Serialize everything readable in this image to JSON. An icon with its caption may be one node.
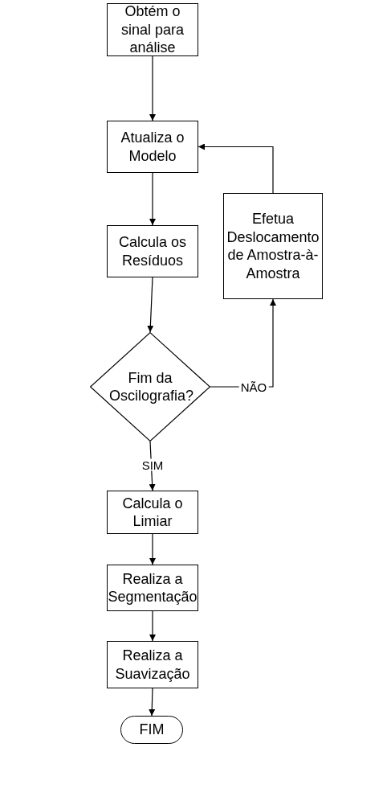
{
  "diagram": {
    "nodes": [
      {
        "text": [
          "Obtém o sinal para análise"
        ]
      },
      {
        "text": [
          "Atualiza o Modelo"
        ]
      },
      {
        "text": [
          "Calcula os Resíduos"
        ]
      },
      {
        "text": [
          "Fim da Oscilografia?"
        ]
      },
      {
        "text": [
          "Efetua Deslocamento de Amostra-à-Amostra"
        ]
      },
      {
        "text": [
          "Calcula o Limiar"
        ]
      },
      {
        "text": [
          "Realiza a Segmentação"
        ]
      },
      {
        "text": [
          "Realiza a Suavização"
        ]
      },
      {
        "text": [
          "FIM"
        ]
      }
    ],
    "edges": [
      {
        "from": 0,
        "to": 1,
        "arrow": "to"
      },
      {
        "from": 1,
        "to": 2,
        "arrow": "to"
      },
      {
        "from": 2,
        "to": 3,
        "arrow": "to"
      },
      {
        "from": 3,
        "to": 4,
        "arrow": "to",
        "label": "NÃO"
      },
      {
        "from": 4,
        "to": 1,
        "arrow": "to"
      },
      {
        "from": 3,
        "to": 5,
        "arrow": "to",
        "label": "SIM"
      },
      {
        "from": 5,
        "to": 6,
        "arrow": "to"
      },
      {
        "from": 6,
        "to": 7,
        "arrow": "to"
      },
      {
        "from": 7,
        "to": 8,
        "arrow": "to"
      }
    ]
  }
}
